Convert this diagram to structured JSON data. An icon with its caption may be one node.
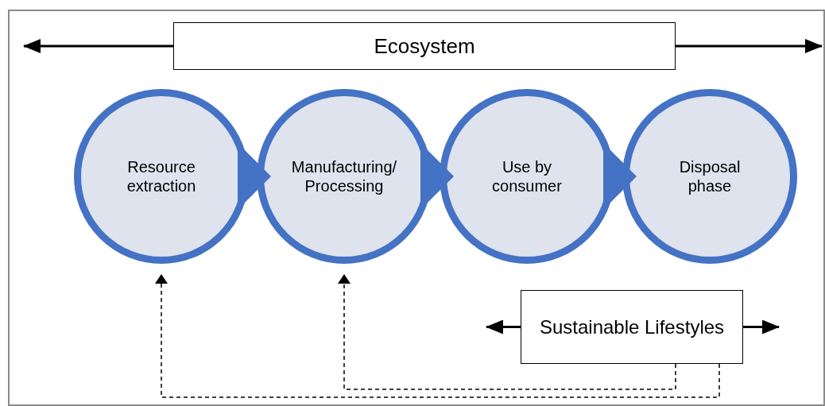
{
  "diagram": {
    "nodes": [
      {
        "text": [
          "Ecosystem"
        ]
      },
      {
        "text": [
          "Resource extraction"
        ]
      },
      {
        "text": [
          "Manufacturing/ Processing"
        ]
      },
      {
        "text": [
          "Use by consumer"
        ]
      },
      {
        "text": [
          "Disposal phase"
        ]
      },
      {
        "text": [
          "Sustainable Lifestyles"
        ]
      }
    ],
    "edges": [
      {
        "from": 0,
        "to": null,
        "arrow": "to"
      },
      {
        "from": 0,
        "to": null,
        "arrow": "to"
      },
      {
        "from": 1,
        "to": 2,
        "arrow": "to"
      },
      {
        "from": 2,
        "to": 3,
        "arrow": "to"
      },
      {
        "from": 3,
        "to": 4,
        "arrow": "to"
      },
      {
        "from": 5,
        "to": null,
        "arrow": "to"
      },
      {
        "from": 5,
        "to": null,
        "arrow": "to"
      },
      {
        "from": 5,
        "to": 2,
        "arrow": "to",
        "style": "dashed"
      },
      {
        "from": 5,
        "to": 1,
        "arrow": "to",
        "style": "dashed"
      }
    ]
  }
}
